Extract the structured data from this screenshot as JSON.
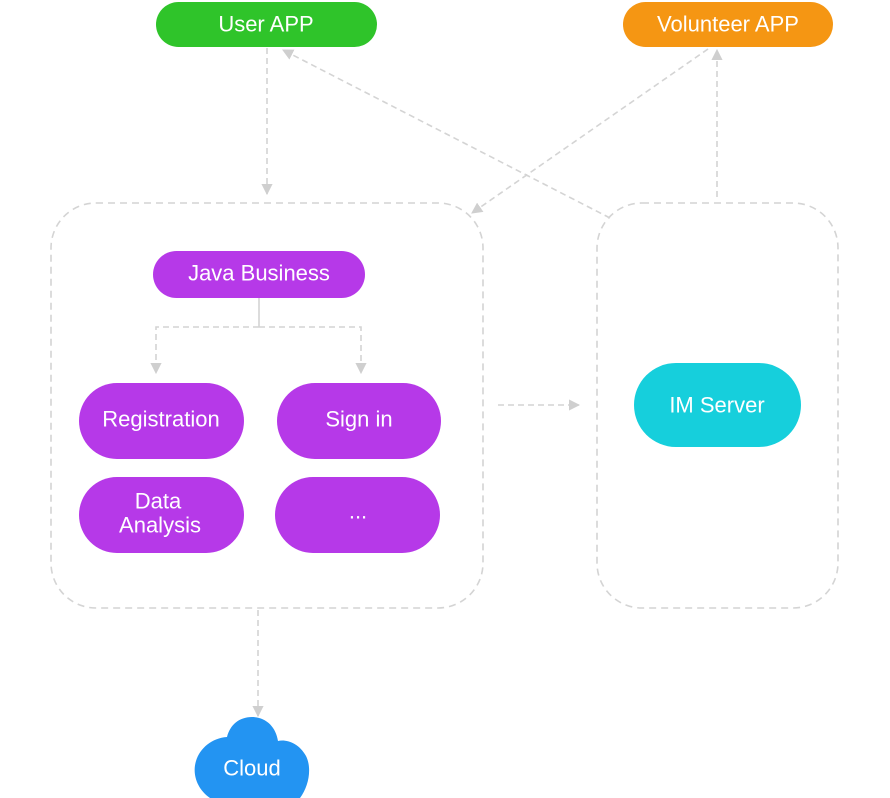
{
  "nodes": {
    "user_app": "User APP",
    "volunteer_app": "Volunteer APP",
    "java_business": "Java Business",
    "registration": "Registration",
    "sign_in": "Sign in",
    "data_analysis_line1": "Data",
    "data_analysis_line2": "Analysis",
    "more": "...",
    "im_server": "IM Server",
    "cloud": "Cloud"
  },
  "colors": {
    "user_app": "#2fc42a",
    "volunteer_app": "#f59613",
    "business": "#b639e8",
    "im_server": "#16cfdc",
    "cloud": "#2394f2",
    "connector": "#d4d4d4"
  }
}
